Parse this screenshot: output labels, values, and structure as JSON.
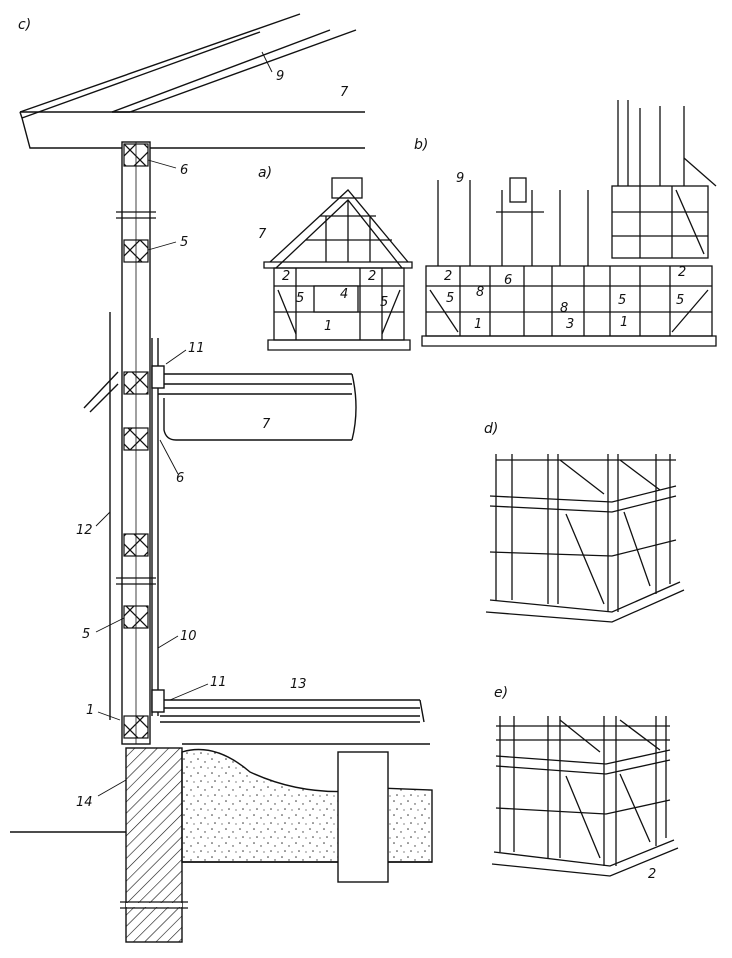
{
  "panels": {
    "a": "a)",
    "b": "b)",
    "c": "c)",
    "d": "d)",
    "e": "e)"
  },
  "section_c": {
    "labels": [
      "9",
      "7",
      "6",
      "5",
      "11",
      "7",
      "6",
      "12",
      "5",
      "10",
      "11",
      "13",
      "1",
      "14"
    ]
  },
  "elevation_a": {
    "labels": [
      "7",
      "2",
      "2",
      "4",
      "5",
      "5",
      "1"
    ]
  },
  "elevation_b": {
    "labels": [
      "9",
      "6",
      "2",
      "5",
      "8",
      "1",
      "8",
      "3",
      "2",
      "5",
      "5",
      "1"
    ]
  },
  "detail_e": {
    "labels": [
      "2"
    ]
  },
  "colors": {
    "ink": "#111111",
    "paper": "#ffffff"
  }
}
